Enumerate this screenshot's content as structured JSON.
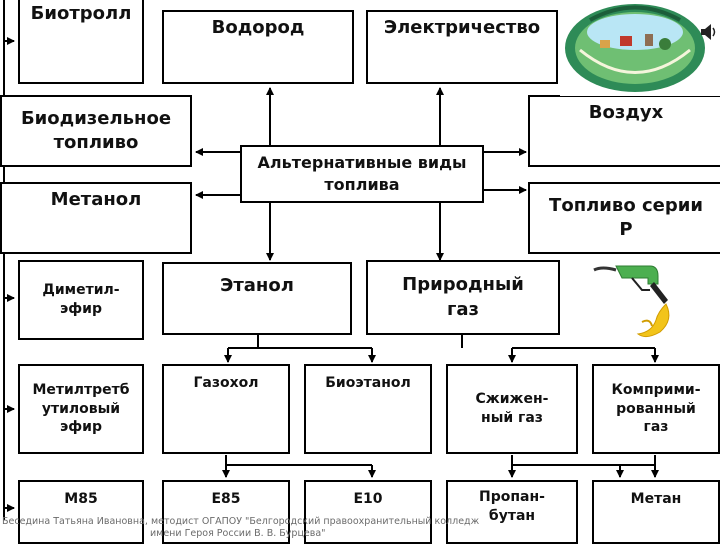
{
  "diagram": {
    "center": "Альтернативные виды\nтоплива",
    "nodes": {
      "biotroll": "Биотролл",
      "hydrogen": "Водород",
      "electricity": "Электричество",
      "biodiesel": "Биодизельное\nтопливо",
      "air": "Воздух",
      "methanol": "Метанол",
      "p_series": "Топливо серии\nР",
      "dimethyl_ether": "Диметил-\nэфир",
      "ethanol": "Этанол",
      "natural_gas": "Природный\nгаз",
      "mtbe": "Метилтретб\nутиловый\nэфир",
      "gasohol": "Газохол",
      "bioethanol": "Биоэтанол",
      "lng": "Сжижен-\nный газ",
      "cng": "Комприми-\nрованный\nгаз",
      "m85": "М85",
      "e85": "Е85",
      "e10": "Е10",
      "propane_butane": "Пропан-\nбутан",
      "methane": "Метан"
    }
  },
  "footer": {
    "line1": "Беседина Татьяна Ивановна, методист ОГАПОУ \"Белгородский правоохранительный колледж",
    "line2": "имени Героя России В. В. Бурцева\""
  },
  "colors": {
    "line": "#000000",
    "footer_text": "#6b6b6b",
    "pump_nozzle": "#4caf50",
    "fuel_drop": "#f2c41a",
    "globe_ring": "#2e8b57",
    "globe_sky": "#b9e6f5"
  },
  "icons": {
    "globe": "eco-globe-illustration",
    "pump": "fuel-nozzle-icon",
    "speaker": "speaker-icon"
  }
}
